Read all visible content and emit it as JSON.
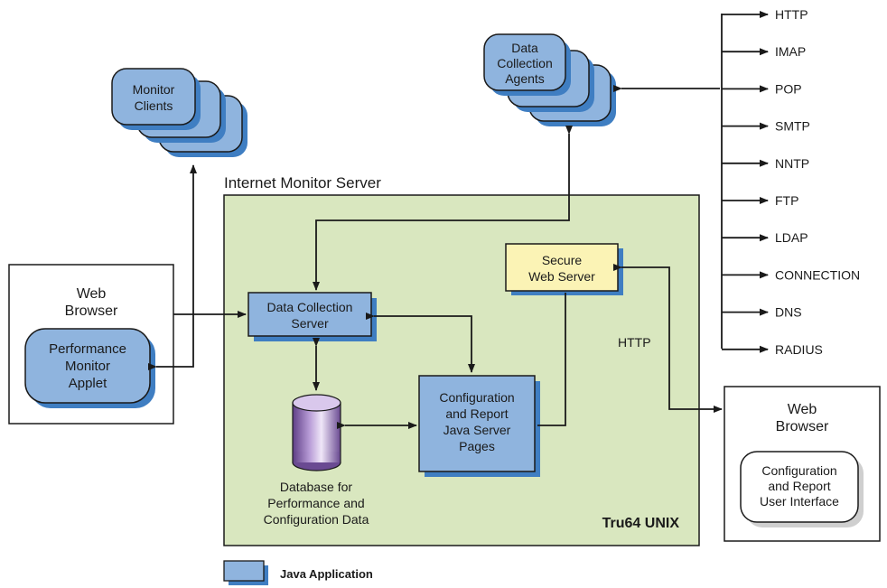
{
  "server": {
    "title": "Internet Monitor Server",
    "os_label": "Tru64 UNIX"
  },
  "monitor_clients": {
    "line1": "Monitor",
    "line2": "Clients"
  },
  "data_collection_agents": {
    "line1": "Data",
    "line2": "Collection",
    "line3": "Agents"
  },
  "protocols": [
    "HTTP",
    "IMAP",
    "POP",
    "SMTP",
    "NNTP",
    "FTP",
    "LDAP",
    "CONNECTION",
    "DNS",
    "RADIUS"
  ],
  "left_browser": {
    "title1": "Web",
    "title2": "Browser",
    "applet1": "Performance",
    "applet2": "Monitor",
    "applet3": "Applet"
  },
  "data_collection_server": {
    "line1": "Data Collection",
    "line2": "Server"
  },
  "secure_web_server": {
    "line1": "Secure",
    "line2": "Web Server"
  },
  "jsp": {
    "line1": "Configuration",
    "line2": "and Report",
    "line3": "Java Server",
    "line4": "Pages"
  },
  "database": {
    "line1": "Database for",
    "line2": "Performance and",
    "line3": "Configuration Data"
  },
  "http_label": "HTTP",
  "right_browser": {
    "title1": "Web",
    "title2": "Browser",
    "ui1": "Configuration",
    "ui2": "and Report",
    "ui3": "User Interface"
  },
  "legend": {
    "label": "Java Application"
  },
  "colors": {
    "java_app_fill": "#8fb4de",
    "java_app_shadow": "#3f7ec2",
    "server_area": "#d9e7bf",
    "web_server_fill": "#fbf3b5",
    "database_purple": "#8a6ab0"
  }
}
